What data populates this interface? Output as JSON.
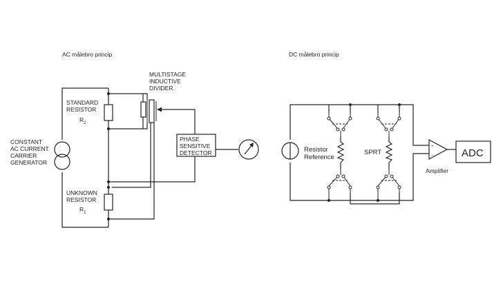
{
  "ac_diagram": {
    "title": "AC målebro princip",
    "generator": [
      "CONSTANT",
      "AC CURRENT",
      "CARRIER",
      "GENERATOR"
    ],
    "standard_resistor": {
      "lines": [
        "STANDARD",
        "RESISTOR"
      ],
      "symbol": "R",
      "subscript": "2"
    },
    "unknown_resistor": {
      "lines": [
        "UNKNOWN",
        "RESISTOR"
      ],
      "symbol": "R",
      "subscript": "1"
    },
    "divider": [
      "MULTISTAGE",
      "INDUCTIVE",
      "DIVIDER"
    ],
    "detector": [
      "PHASE",
      "SENSITIVE",
      "DETECTOR"
    ],
    "meter_icon": "meter-icon"
  },
  "dc_diagram": {
    "title": "DC målebro princip",
    "reference_label": [
      "Resistor",
      "Reference"
    ],
    "sprt_label": "SPRT",
    "amplifier_label": "Amplifier",
    "amp_plus": "+",
    "amp_minus": "−",
    "adc_label": "ADC"
  }
}
